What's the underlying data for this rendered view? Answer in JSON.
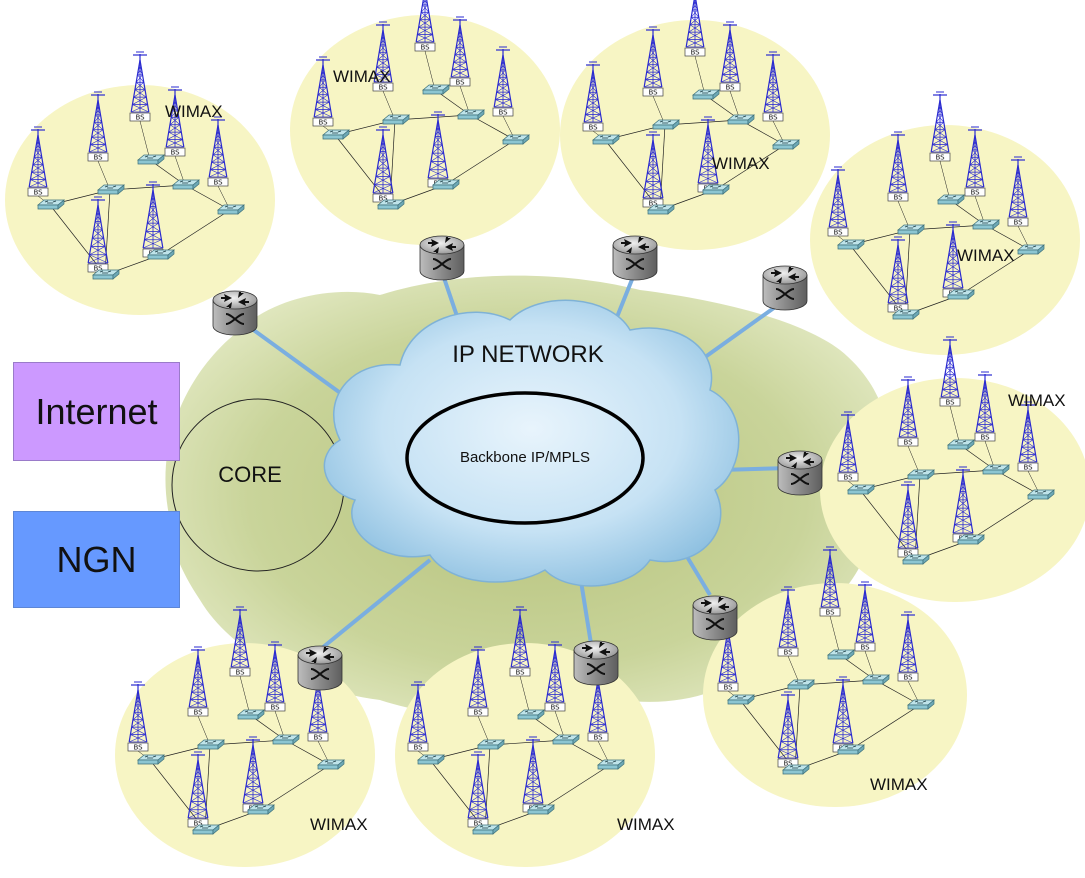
{
  "core": {
    "label": "CORE"
  },
  "ip_network": {
    "label": "IP NETWORK"
  },
  "backbone": {
    "label": "Backbone IP/MPLS"
  },
  "side_boxes": {
    "internet": "Internet",
    "ngn": "NGN"
  },
  "base_station_label": "BS",
  "clusters": [
    {
      "id": "top-left",
      "label": "WIMAX"
    },
    {
      "id": "top-center",
      "label": "WIMAX"
    },
    {
      "id": "top-right",
      "label": "WIMAX"
    },
    {
      "id": "right-upper",
      "label": "WIMAX"
    },
    {
      "id": "right-middle",
      "label": "WIMAX"
    },
    {
      "id": "bottom-right",
      "label": "WIMAX"
    },
    {
      "id": "bottom-center",
      "label": "WIMAX"
    },
    {
      "id": "bottom-left",
      "label": "WIMAX"
    }
  ],
  "colors": {
    "cluster_fill": "#f7f5c4",
    "land_fill": "#c9d49a",
    "cloud_fill": "#bcdcf0",
    "link_color": "#7aaee0",
    "tower_color": "#2a2ad0",
    "internet_box": "#cc99ff",
    "ngn_box": "#6699ff"
  }
}
